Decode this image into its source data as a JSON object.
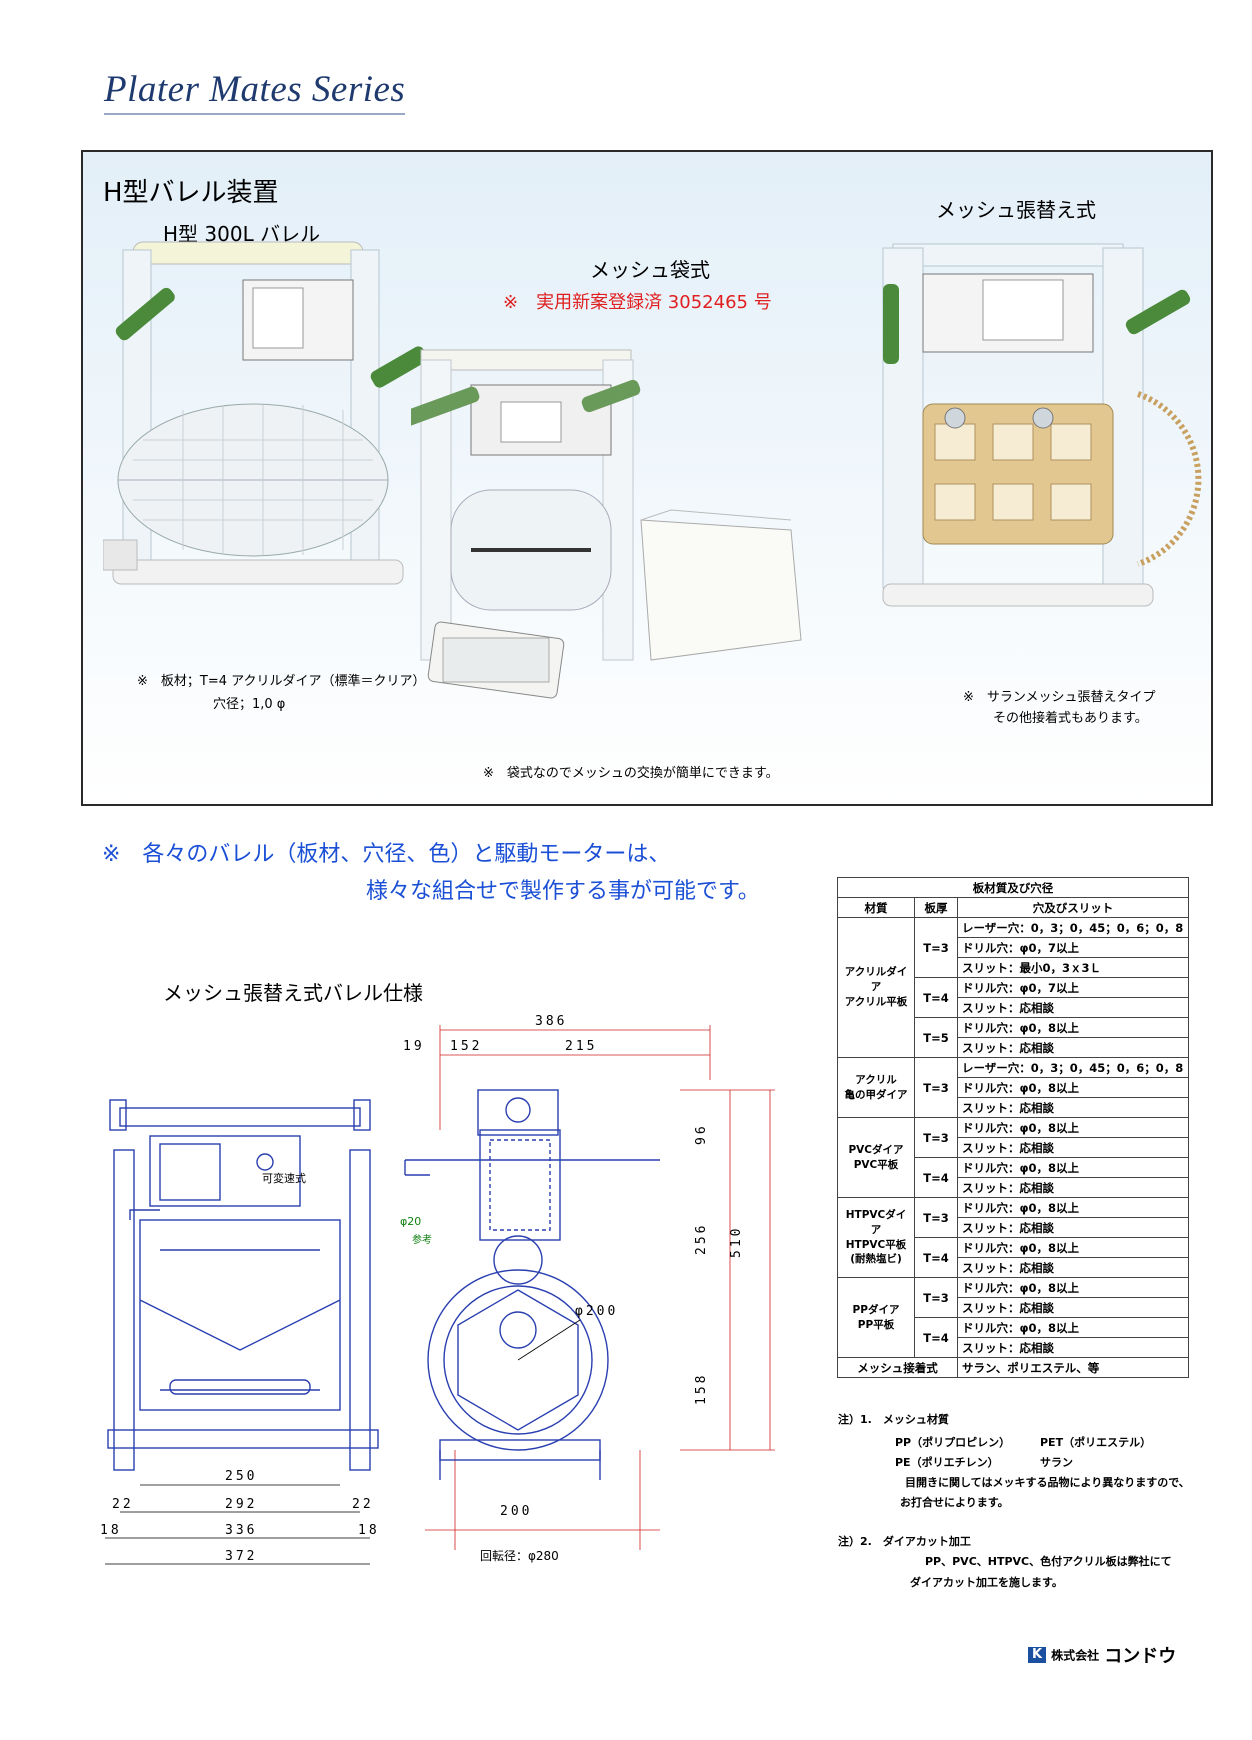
{
  "header": {
    "series_title": "Plater Mates Series"
  },
  "photo_panel": {
    "main_title": "H型バレル装置",
    "machine1_title": "H型 300L バレル",
    "machine1_note_line1": "※　板材；T=4 アクリルダイア（標準＝クリア）",
    "machine1_note_line2": "穴径；1,0 φ",
    "machine2_title": "メッシュ袋式",
    "machine2_patent": "※　実用新案登録済 3052465 号",
    "machine2_note": "※　袋式なのでメッシュの交換が簡単にできます。",
    "machine3_title": "メッシュ張替え式",
    "machine3_note_line1": "※　サランメッシュ張替えタイプ",
    "machine3_note_line2": "その他接着式もあります。",
    "colors": {
      "panel_border": "#2a2a2a",
      "patent_red": "#e02020",
      "handle_green": "#4a8a3a"
    }
  },
  "notice": {
    "line1": "※　各々のバレル（板材、穴径、色）と駆動モーターは、",
    "line2": "様々な組合せで製作する事が可能です。",
    "color": "#1a4fd6"
  },
  "spec_section": {
    "title": "メッシュ張替え式バレル仕様"
  },
  "drawing": {
    "left_view": {
      "label_motor": "可変速式",
      "dims": {
        "top": "250",
        "mid_left": "22",
        "mid": "292",
        "mid_right": "22",
        "bot_left": "18",
        "bot": "336",
        "bot_right": "18",
        "total": "372"
      }
    },
    "right_view": {
      "dims": {
        "total_w": "386",
        "w_a": "19",
        "w_b": "152",
        "w_c": "215",
        "h_top": "96",
        "h_mid": "256",
        "h_total": "510",
        "h_bot": "158",
        "dia_inner": "φ200",
        "base": "200",
        "rotation": "回転径：φ280",
        "ref_dia": "φ20",
        "ref_label": "参考"
      }
    }
  },
  "material_table": {
    "title": "板材質及び穴径",
    "headers": [
      "材質",
      "板厚",
      "穴及びスリット"
    ],
    "groups": [
      {
        "material": [
          "アクリルダイア",
          "アクリル平板"
        ],
        "thick": [
          {
            "t": "T=3",
            "rows": [
              "レーザー穴：0，3；0，45；0，6；0，8",
              "ドリル穴：φ0，7以上",
              "スリット：最小0，3ｘ3Ｌ"
            ]
          },
          {
            "t": "T=4",
            "rows": [
              "ドリル穴：φ0，7以上",
              "スリット：応相談"
            ]
          },
          {
            "t": "T=5",
            "rows": [
              "ドリル穴：φ0，8以上",
              "スリット：応相談"
            ]
          }
        ]
      },
      {
        "material": [
          "アクリル",
          "亀の甲ダイア"
        ],
        "thick": [
          {
            "t": "T=3",
            "rows": [
              "レーザー穴：0，3；0，45；0，6；0，8",
              "ドリル穴：φ0，8以上",
              "スリット：応相談"
            ]
          }
        ]
      },
      {
        "material": [
          "PVCダイア",
          "PVC平板"
        ],
        "thick": [
          {
            "t": "T=3",
            "rows": [
              "ドリル穴：φ0，8以上",
              "スリット：応相談"
            ]
          },
          {
            "t": "T=4",
            "rows": [
              "ドリル穴：φ0，8以上",
              "スリット：応相談"
            ]
          }
        ]
      },
      {
        "material": [
          "HTPVCダイア",
          "HTPVC平板",
          "(耐熱塩ビ)"
        ],
        "thick": [
          {
            "t": "T=3",
            "rows": [
              "ドリル穴：φ0，8以上",
              "スリット：応相談"
            ]
          },
          {
            "t": "T=4",
            "rows": [
              "ドリル穴：φ0，8以上",
              "スリット：応相談"
            ]
          }
        ]
      },
      {
        "material": [
          "PPダイア",
          "PP平板"
        ],
        "thick": [
          {
            "t": "T=3",
            "rows": [
              "ドリル穴：φ0，8以上",
              "スリット：応相談"
            ]
          },
          {
            "t": "T=4",
            "rows": [
              "ドリル穴：φ0，8以上",
              "スリット：応相談"
            ]
          }
        ]
      }
    ],
    "footer_label": "メッシュ接着式",
    "footer_value": "サラン、ポリエステル、等"
  },
  "notes": {
    "n1_title": "注）1.　メッシュ材質",
    "n1_pp": "PP（ポリプロピレン）",
    "n1_pet": "PET（ポリエステル）",
    "n1_pe": "PE（ポリエチレン）",
    "n1_saran": "サラン",
    "n1_text1": "目開きに関してはメッキする品物により異なりますので、",
    "n1_text2": "お打合せによります。",
    "n2_title": "注）2.　ダイアカット加工",
    "n2_text1": "PP、PVC、HTPVC、色付アクリル板は弊社にて",
    "n2_text2": "ダイアカット加工を施します。"
  },
  "company": {
    "logo_letter": "K",
    "name_prefix": "株式会社",
    "name": "コンドウ"
  }
}
